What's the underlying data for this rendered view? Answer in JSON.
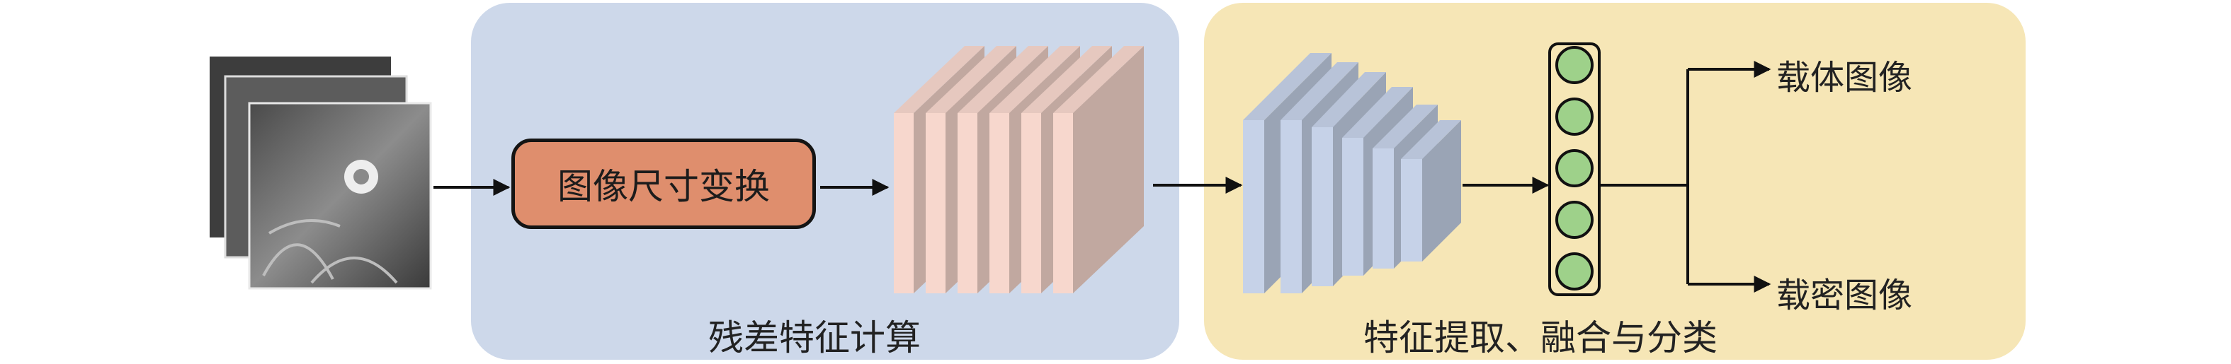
{
  "stages": {
    "residual_label": "残差特征计算",
    "extract_label": "特征提取、融合与分类"
  },
  "nodes": {
    "resize_label": "图像尺寸变换"
  },
  "outputs": {
    "cover_label": "载体图像",
    "stego_label": "载密图像"
  },
  "colors": {
    "residual_zone": "#cdd8ea",
    "extract_zone": "#f6e6b6",
    "resize_box": "#df8e6d",
    "residual_layer": "#f7d7cd",
    "extract_layer": "#c6d2e8",
    "neuron": "#9ed18a"
  },
  "icons": [
    "input-image-stack",
    "arrow-icon",
    "neuron-icon"
  ]
}
